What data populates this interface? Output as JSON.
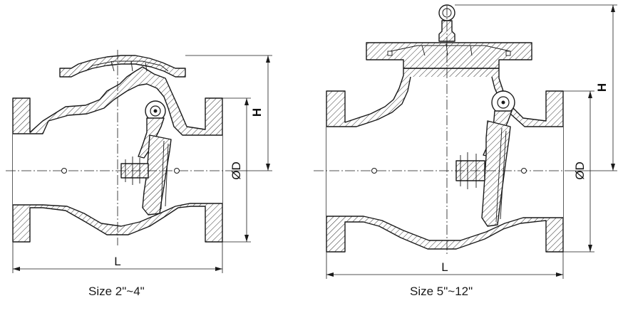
{
  "views": [
    {
      "caption": "Size 2\"~4\"",
      "dimensions": {
        "length": "L",
        "height": "H",
        "diameter": "ØD"
      }
    },
    {
      "caption": "Size 5\"~12\"",
      "dimensions": {
        "length": "L",
        "height": "H",
        "diameter": "ØD"
      }
    }
  ]
}
